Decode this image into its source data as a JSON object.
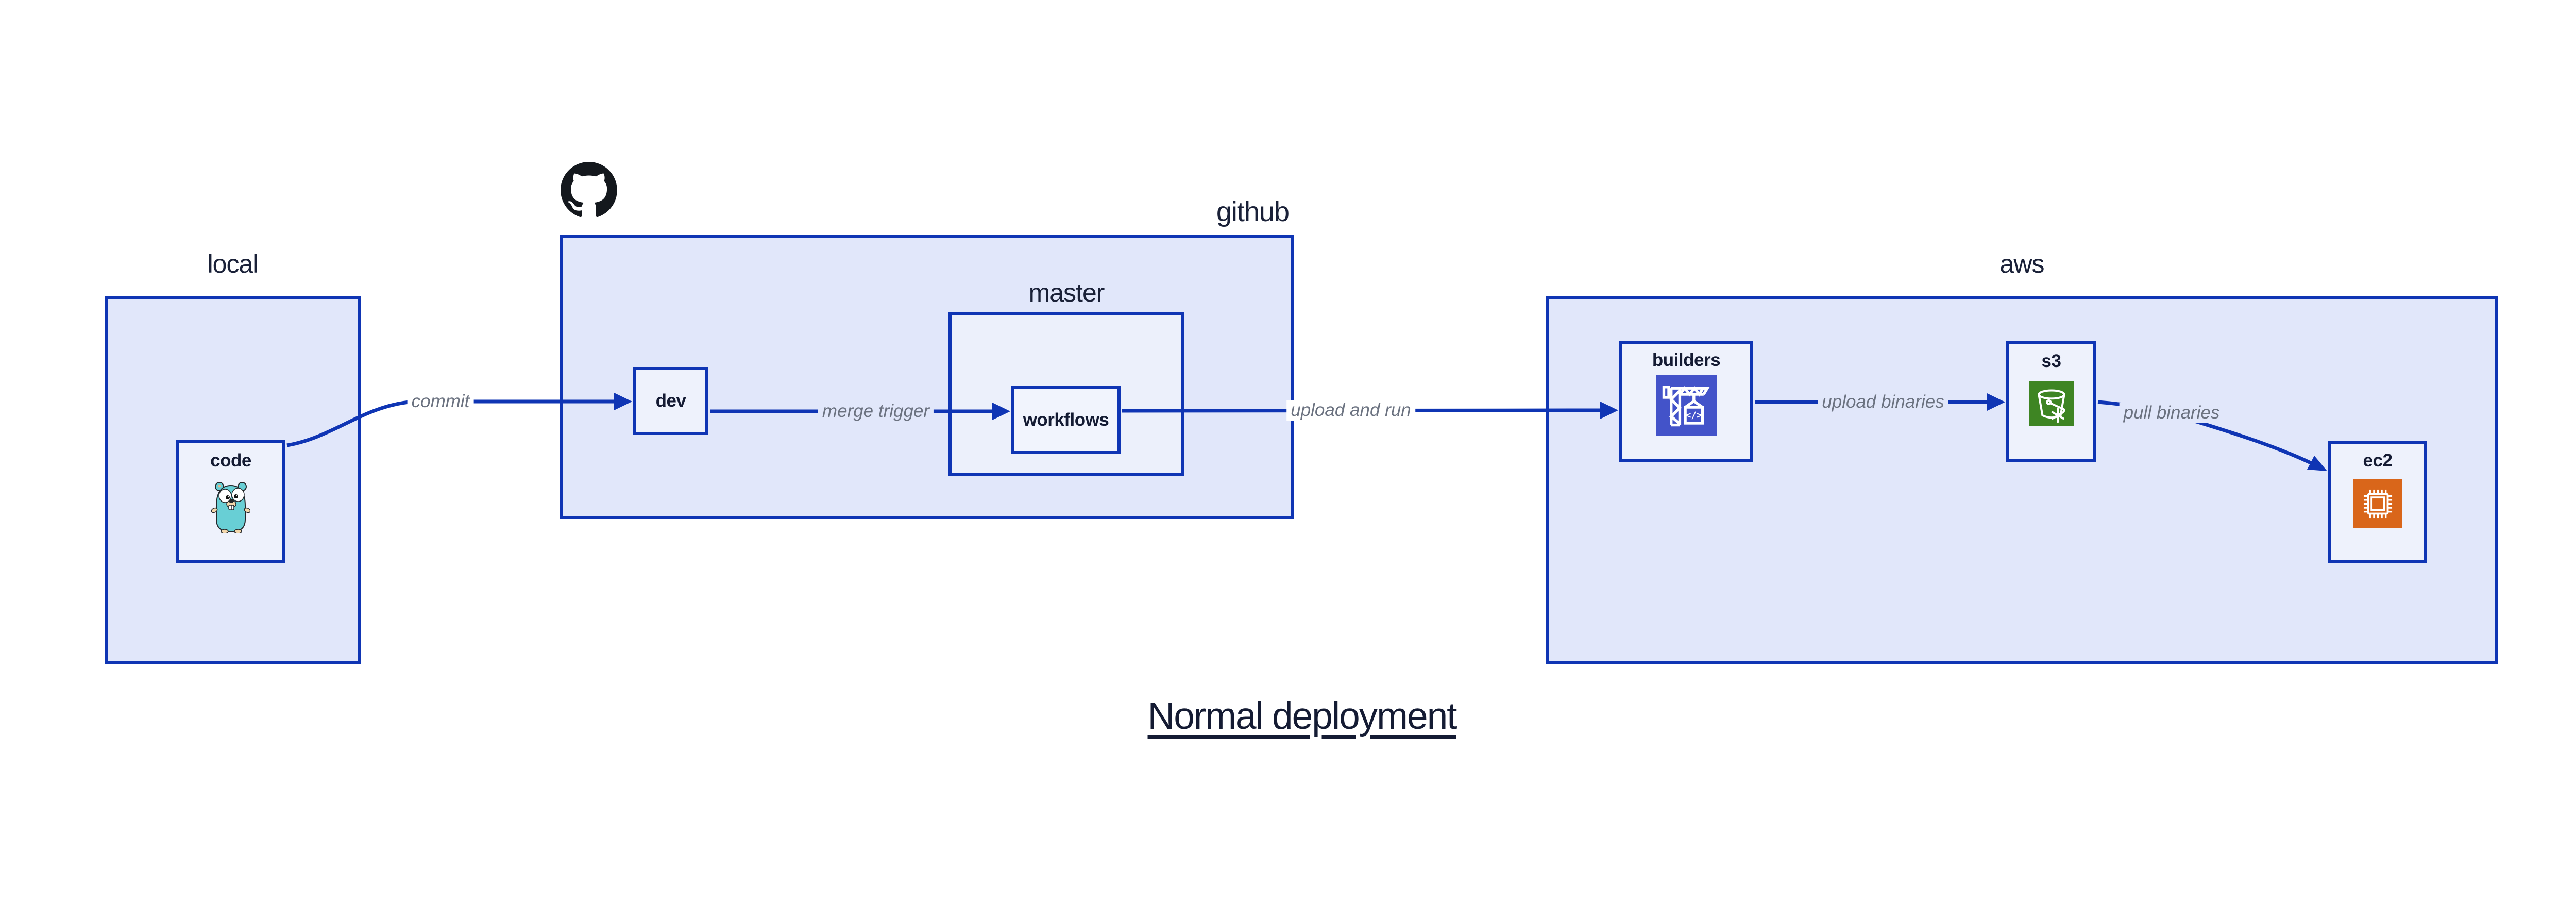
{
  "title": {
    "text": "Normal deployment"
  },
  "groups": {
    "local": {
      "label": "local"
    },
    "github": {
      "label": "github"
    },
    "master": {
      "label": "master"
    },
    "aws": {
      "label": "aws"
    }
  },
  "nodes": {
    "code": {
      "label": "code",
      "icon": "go-gopher-icon"
    },
    "dev": {
      "label": "dev"
    },
    "workflows": {
      "label": "workflows"
    },
    "builders": {
      "label": "builders",
      "icon": "codebuild-crane-icon"
    },
    "s3": {
      "label": "s3",
      "icon": "s3-bucket-icon"
    },
    "ec2": {
      "label": "ec2",
      "icon": "ec2-chip-icon"
    }
  },
  "edges": {
    "commit": {
      "label": "commit",
      "from": "code",
      "to": "dev"
    },
    "merge_trigger": {
      "label": "merge trigger",
      "from": "dev",
      "to": "workflows"
    },
    "upload_and_run": {
      "label": "upload and run",
      "from": "workflows",
      "to": "builders"
    },
    "upload_binaries": {
      "label": "upload binaries",
      "from": "builders",
      "to": "s3"
    },
    "pull_binaries": {
      "label": "pull binaries",
      "from": "s3",
      "to": "ec2"
    }
  },
  "colors": {
    "canvas": "#ffffff",
    "group_fill": "#e1e7fa",
    "master_fill": "#ecf0fb",
    "node_fill": "#eef2fc",
    "border_and_arrows": "#0f35b4",
    "text_navy": "#141b33",
    "edge_label_gray": "#6b7280",
    "codebuild_icon_bg": "#4353c9",
    "s3_icon_bg": "#3e8523",
    "ec2_icon_bg": "#d9661a",
    "gopher_teal": "#68cfd5",
    "octocat_black": "#14181d"
  }
}
